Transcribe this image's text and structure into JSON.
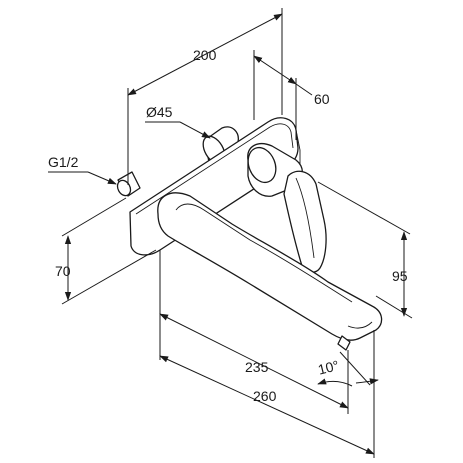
{
  "dimensions": {
    "overall_depth": "200",
    "plate_thickness": "60",
    "rosette_diameter": "Ø45",
    "thread": "G1/2",
    "height_to_plate": "70",
    "height_total": "95",
    "spout_projection": "235",
    "total_projection": "260",
    "spout_angle": "10°"
  }
}
